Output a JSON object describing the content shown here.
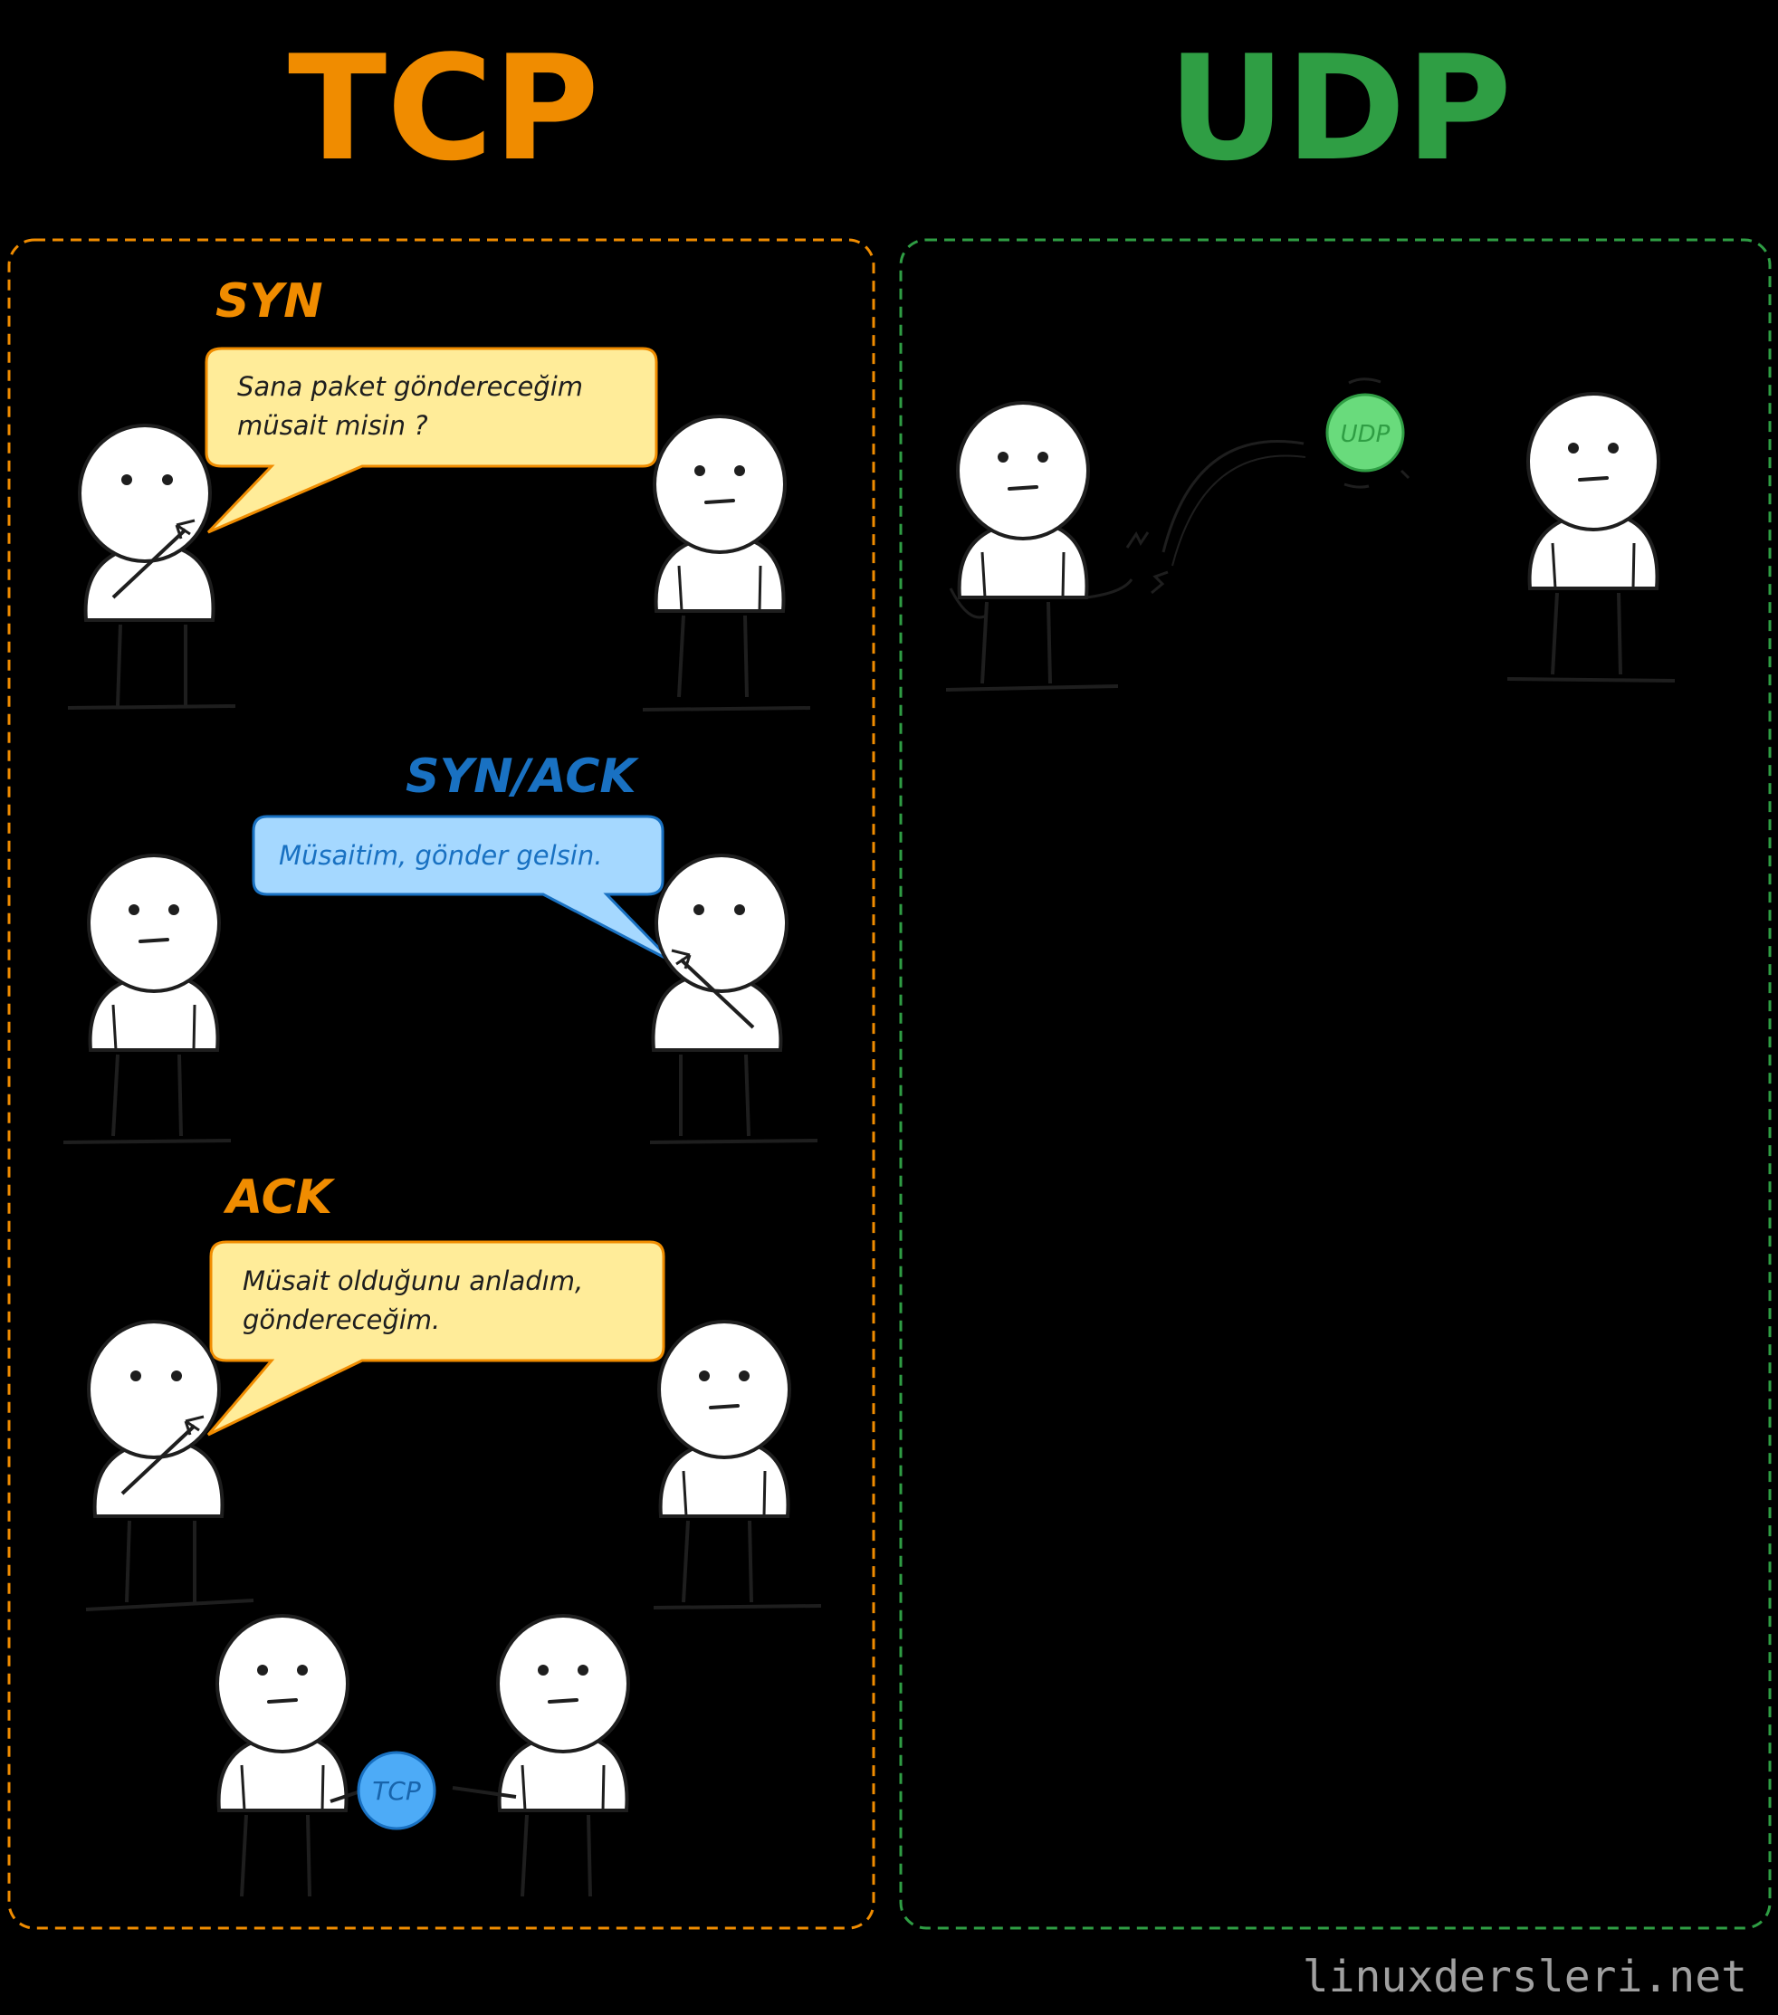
{
  "colors": {
    "background": "#000000",
    "tcp": "#f08c00",
    "udp": "#2f9e44",
    "yellow_bubble": "#ffec99",
    "yellow_bubble_border": "#f08c00",
    "blue_bubble": "#a5d8ff",
    "blue_bubble_border": "#1971c2",
    "blue_text": "#1971c2",
    "figure_fill": "#ffffff",
    "figure_stroke": "#1e1e1e",
    "tcp_ball": "#4dabf7",
    "udp_ball": "#69db7c",
    "watermark": "#a0a0a0"
  },
  "tcp": {
    "title": "TCP",
    "steps": {
      "syn": {
        "label": "SYN",
        "message_line1": "Sana paket göndereceğim",
        "message_line2": "müsait misin ?"
      },
      "syn_ack": {
        "label": "SYN/ACK",
        "message_line1": "Müsaitim, gönder gelsin."
      },
      "ack": {
        "label": "ACK",
        "message_line1": "Müsait olduğunu anladım,",
        "message_line2": "göndereceğim."
      }
    },
    "ball_label": "TCP"
  },
  "udp": {
    "title": "UDP",
    "ball_label": "UDP"
  },
  "watermark": "linuxdersleri.net"
}
